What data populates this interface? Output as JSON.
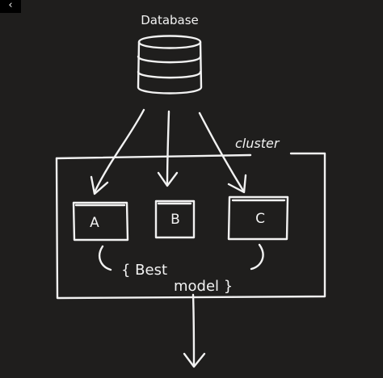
{
  "nav": {
    "back_icon": "‹"
  },
  "diagram": {
    "database_label": "Database",
    "cluster_label": "cluster",
    "nodes": [
      "A",
      "B",
      "C"
    ],
    "best_model_line1": "{ Best",
    "best_model_line2": "model }"
  }
}
